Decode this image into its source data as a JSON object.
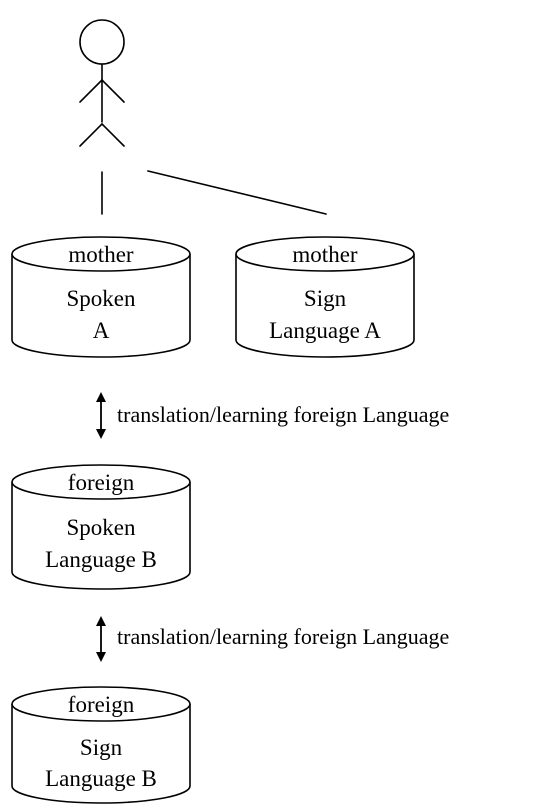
{
  "user": {
    "icon": "stick-figure-icon"
  },
  "databases": {
    "spoken_a": {
      "top_label": "mother",
      "line1": "Spoken",
      "line2": "A"
    },
    "sign_a": {
      "top_label": "mother",
      "line1": "Sign",
      "line2": "Language A"
    },
    "spoken_b": {
      "top_label": "foreign",
      "line1": "Spoken",
      "line2": "Language B"
    },
    "sign_b": {
      "top_label": "foreign",
      "line1": "Sign",
      "line2": "Language B"
    }
  },
  "arrows": {
    "first": {
      "label": "translation/learning foreign Language"
    },
    "second": {
      "label": "translation/learning foreign Language"
    }
  }
}
